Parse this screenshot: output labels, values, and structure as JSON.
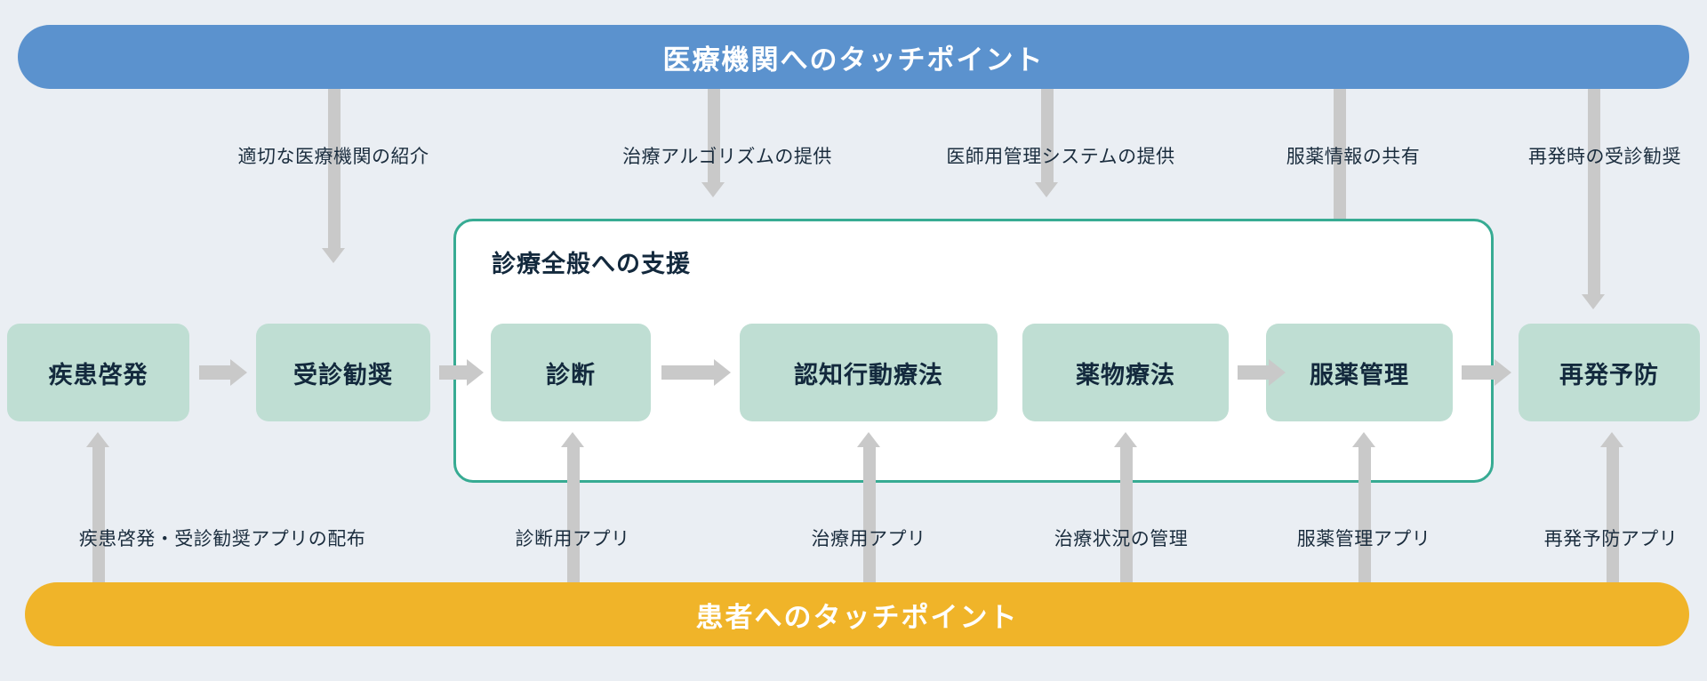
{
  "background_color": "#eaeef3",
  "banners": {
    "top": {
      "label": "医療機関へのタッチポイント",
      "color": "#5b92ce",
      "text_color": "#ffffff"
    },
    "bottom": {
      "label": "患者へのタッチポイント",
      "color": "#f0b429",
      "text_color": "#ffffff"
    }
  },
  "support_container": {
    "title": "診療全般への支援",
    "border_color": "#37ab93",
    "fill_color": "#ffffff"
  },
  "stage_boxes": [
    {
      "id": "disease-awareness",
      "label": "疾患啓発",
      "inside_support": false
    },
    {
      "id": "visit-recommendation",
      "label": "受診勧奨",
      "inside_support": false
    },
    {
      "id": "diagnosis",
      "label": "診断",
      "inside_support": true
    },
    {
      "id": "cbt",
      "label": "認知行動療法",
      "inside_support": true
    },
    {
      "id": "drug-therapy",
      "label": "薬物療法",
      "inside_support": true
    },
    {
      "id": "medication-management",
      "label": "服薬管理",
      "inside_support": true
    },
    {
      "id": "relapse-prevention",
      "label": "再発予防",
      "inside_support": false
    }
  ],
  "box_color": "#bfded3",
  "box_text_color": "#13293d",
  "arrow_color": "#c9c9c9",
  "top_connectors": [
    {
      "label": "適切な医療機関の紹介",
      "target": "visit-recommendation"
    },
    {
      "label": "治療アルゴリズムの提供",
      "target": "diagnosis"
    },
    {
      "label": "医師用管理システムの提供",
      "target": "cbt"
    },
    {
      "label": "服薬情報の共有",
      "target": "medication-management"
    },
    {
      "label": "再発時の受診勧奨",
      "target": "relapse-prevention"
    }
  ],
  "bottom_connectors": [
    {
      "label": "疾患啓発・受診勧奨アプリの配布",
      "target": "disease-awareness"
    },
    {
      "label": "診断用アプリ",
      "target": "diagnosis"
    },
    {
      "label": "治療用アプリ",
      "target": "cbt"
    },
    {
      "label": "治療状況の管理",
      "target": "drug-therapy"
    },
    {
      "label": "服薬管理アプリ",
      "target": "medication-management"
    },
    {
      "label": "再発予防アプリ",
      "target": "relapse-prevention"
    }
  ]
}
